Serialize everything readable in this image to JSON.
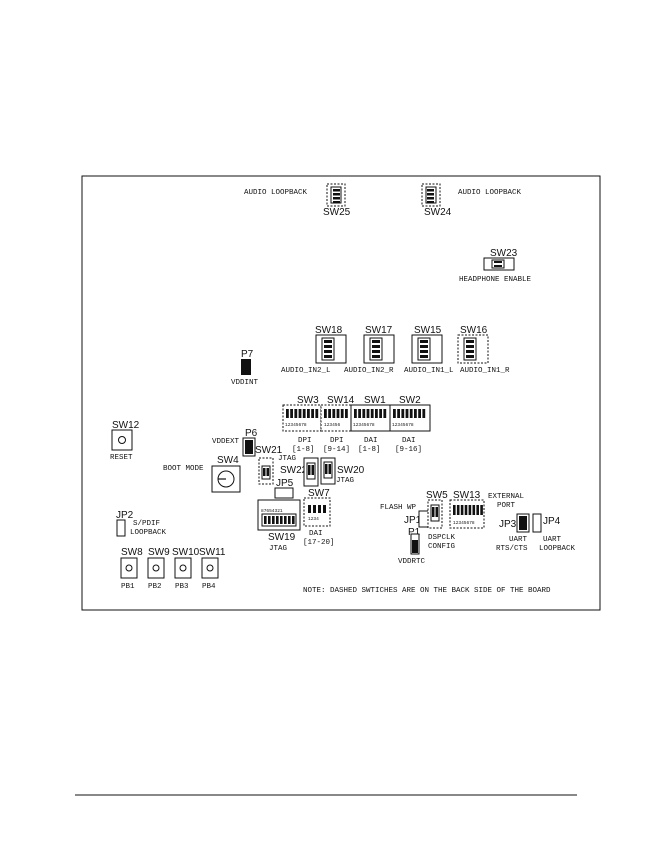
{
  "note": "NOTE: DASHED SWTICHES ARE ON THE BACK SIDE OF THE BOARD",
  "sw25": {
    "id": "SW25",
    "label": "AUDIO LOOPBACK"
  },
  "sw24": {
    "id": "SW24",
    "label": "AUDIO LOOPBACK"
  },
  "sw23": {
    "id": "SW23",
    "label": "HEADPHONE ENABLE"
  },
  "sw18": {
    "id": "SW18",
    "label": "AUDIO_IN2_L"
  },
  "sw17": {
    "id": "SW17",
    "label": "AUDIO_IN2_R"
  },
  "sw15": {
    "id": "SW15",
    "label": "AUDIO_IN1_L"
  },
  "sw16": {
    "id": "SW16",
    "label": "AUDIO_IN1_R"
  },
  "p7": {
    "id": "P7",
    "label": "VDDINT"
  },
  "sw3": {
    "id": "SW3",
    "label1": "DPI",
    "label2": "[1-8]"
  },
  "sw14": {
    "id": "SW14",
    "label1": "DPI",
    "label2": "[9-14]"
  },
  "sw1": {
    "id": "SW1",
    "label1": "DAI",
    "label2": "[1-8]"
  },
  "sw2": {
    "id": "SW2",
    "label1": "DAI",
    "label2": "[9-16]"
  },
  "dip_nums8": "12345678",
  "dip_nums6": "123456",
  "dip_nums4": "1234",
  "dip_nums_rev": "87654321",
  "sw12": {
    "id": "SW12",
    "label": "RESET"
  },
  "p6": {
    "id": "P6",
    "label": "VDDEXT"
  },
  "sw4": {
    "id": "SW4",
    "label": "BOOT MODE"
  },
  "sw21": {
    "id": "SW21",
    "label": "JTAG"
  },
  "sw22": {
    "id": "SW22"
  },
  "sw20": {
    "id": "SW20",
    "label": "JTAG"
  },
  "jp5": {
    "id": "JP5"
  },
  "sw7": {
    "id": "SW7",
    "label1": "DAI",
    "label2": "[17-20]"
  },
  "sw19": {
    "id": "SW19",
    "label": "JTAG"
  },
  "jp2": {
    "id": "JP2",
    "label1": "S/PDIF",
    "label2": "LOOPBACK"
  },
  "buttons": [
    {
      "id": "SW8",
      "label": "PB1"
    },
    {
      "id": "SW9",
      "label": "PB2"
    },
    {
      "id": "SW10",
      "label": "PB3"
    },
    {
      "id": "SW11",
      "label": "PB4"
    }
  ],
  "flash_wp": "FLASH WP",
  "jp1": {
    "id": "JP1"
  },
  "p1": {
    "id": "P1",
    "label": "VDDRTC"
  },
  "sw5": {
    "id": "SW5",
    "label1": "DSPCLK",
    "label2": "CONFIG"
  },
  "sw13": {
    "id": "SW13"
  },
  "external_port": {
    "line1": "EXTERNAL",
    "line2": "PORT"
  },
  "jp3": {
    "id": "JP3",
    "label1": "UART",
    "label2": "RTS/CTS"
  },
  "jp4": {
    "id": "JP4",
    "label1": "UART",
    "label2": "LOOPBACK"
  }
}
